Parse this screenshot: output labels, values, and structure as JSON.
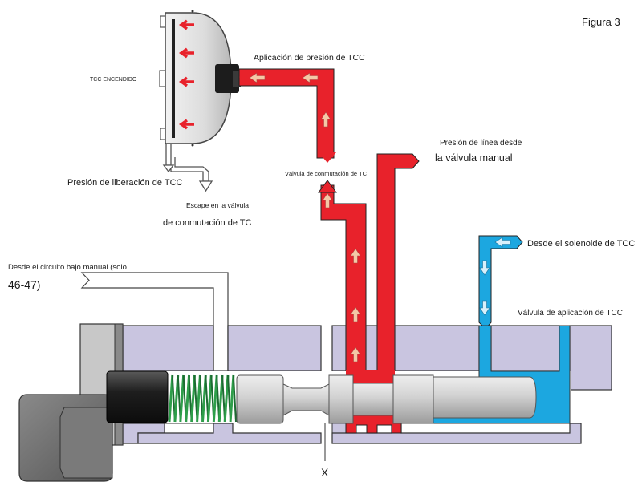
{
  "figure": {
    "label": "Figura 3"
  },
  "labels": {
    "tcc_on": "TCC ENCENDIDO",
    "tcc_apply_pressure": "Aplicación de presión de TCC",
    "line_pressure_l1": "Presión de línea desde",
    "line_pressure_l2": "la válvula manual",
    "tcc_release_pressure": "Presión de liberación de TCC",
    "switch_valve_small": "Válvula de conmutación de TC",
    "exhaust_l1": "Escape en la válvula",
    "exhaust_l2": "de conmutación de TC",
    "from_solenoid": "Desde el solenoide de TCC",
    "apply_valve": "Válvula de aplicación de TCC",
    "low_manual_l1": "Desde el circuito bajo manual (solo",
    "low_manual_l2": "46-47)",
    "marker_x": "X"
  },
  "colors": {
    "fluid_red": "#e8222b",
    "fluid_blue": "#1ca7e0",
    "housing": "#c9c5e0",
    "spool": "#c4c4c4",
    "spring": "#2e9e4a",
    "plug": "#1c1c1c",
    "motor": "#6a6a6a",
    "arrow": "#f4c9a6"
  },
  "icons": [
    "red-pressure-arrow",
    "white-flow-arrow",
    "blue-flow-arrow",
    "compression-spring"
  ]
}
